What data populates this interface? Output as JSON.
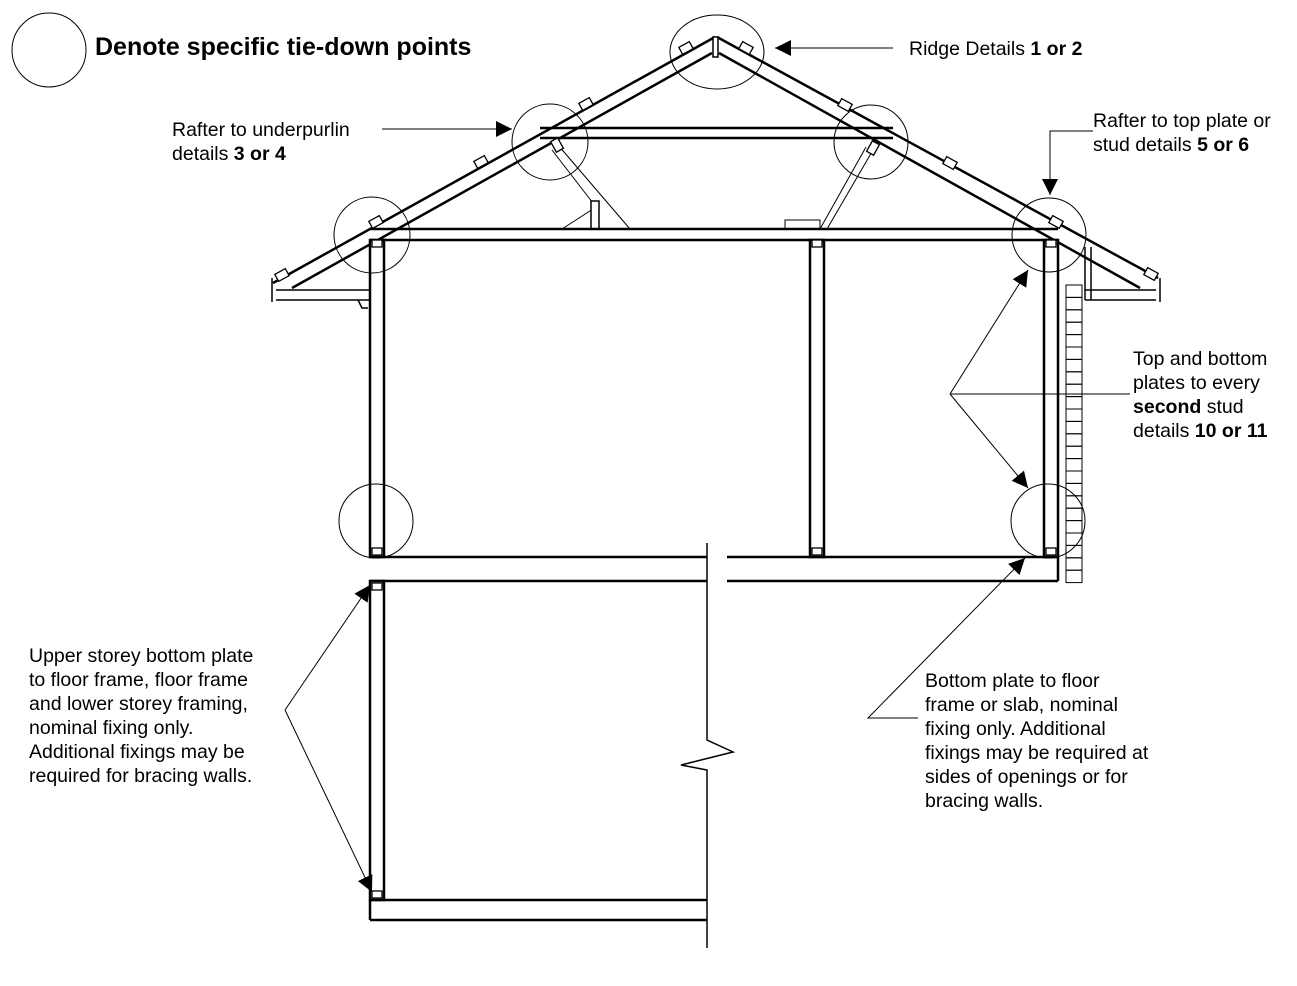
{
  "legend": {
    "title": "Denote specific tie-down points"
  },
  "callouts": [
    {
      "id": "ridge",
      "lines": [
        [
          {
            "t": "Ridge Details "
          },
          {
            "t": "1 or 2",
            "b": true
          }
        ]
      ]
    },
    {
      "id": "underpurlin",
      "lines": [
        [
          {
            "t": "Rafter to underpurlin"
          }
        ],
        [
          {
            "t": "details "
          },
          {
            "t": "3 or 4",
            "b": true
          }
        ]
      ]
    },
    {
      "id": "top-plate",
      "lines": [
        [
          {
            "t": "Rafter to top plate or"
          }
        ],
        [
          {
            "t": "stud details "
          },
          {
            "t": "5 or 6",
            "b": true
          }
        ]
      ]
    },
    {
      "id": "plates-stud",
      "lines": [
        [
          {
            "t": "Top and bottom"
          }
        ],
        [
          {
            "t": "plates to every"
          }
        ],
        [
          {
            "t": "second",
            "b": true
          },
          {
            "t": " stud"
          }
        ],
        [
          {
            "t": "details "
          },
          {
            "t": "10 or 11",
            "b": true
          }
        ]
      ]
    },
    {
      "id": "upper-storey",
      "lines": [
        [
          {
            "t": "Upper storey bottom plate"
          }
        ],
        [
          {
            "t": "to floor frame, floor frame"
          }
        ],
        [
          {
            "t": "and lower storey framing,"
          }
        ],
        [
          {
            "t": "nominal fixing only."
          }
        ],
        [
          {
            "t": "Additional fixings may be"
          }
        ],
        [
          {
            "t": "required for bracing walls."
          }
        ]
      ]
    },
    {
      "id": "bottom-plate",
      "lines": [
        [
          {
            "t": "Bottom plate to floor"
          }
        ],
        [
          {
            "t": "frame or slab, nominal"
          }
        ],
        [
          {
            "t": "fixing only. Additional"
          }
        ],
        [
          {
            "t": "fixings may be required at"
          }
        ],
        [
          {
            "t": "sides of openings or for"
          }
        ],
        [
          {
            "t": "bracing walls."
          }
        ]
      ]
    }
  ]
}
